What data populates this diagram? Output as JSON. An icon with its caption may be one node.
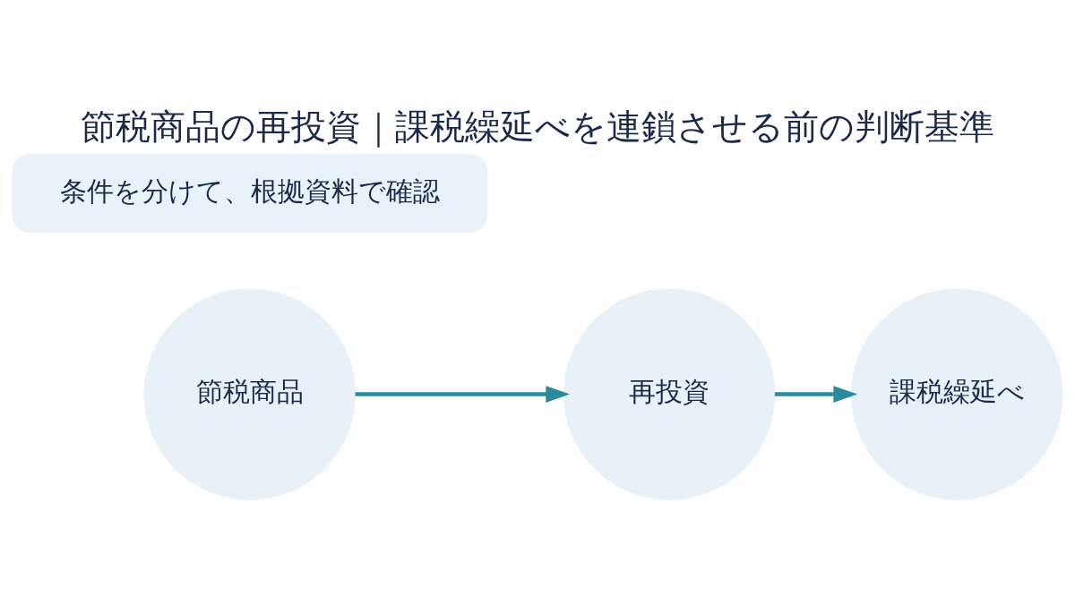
{
  "diagram": {
    "title": "節税商品の再投資｜課税繰延べを連鎖させる前の判断基準",
    "nodes": [
      {
        "text": [
          "節税商品"
        ]
      },
      {
        "text": [
          "再投資"
        ]
      },
      {
        "text": [
          "課税繰延べ"
        ]
      },
      {
        "text": [
          "条件を分けて、根拠資料で確認"
        ]
      }
    ],
    "edges": [
      {
        "from": 0,
        "to": 1,
        "arrow": "to"
      },
      {
        "from": 1,
        "to": 2,
        "arrow": "to"
      }
    ]
  }
}
